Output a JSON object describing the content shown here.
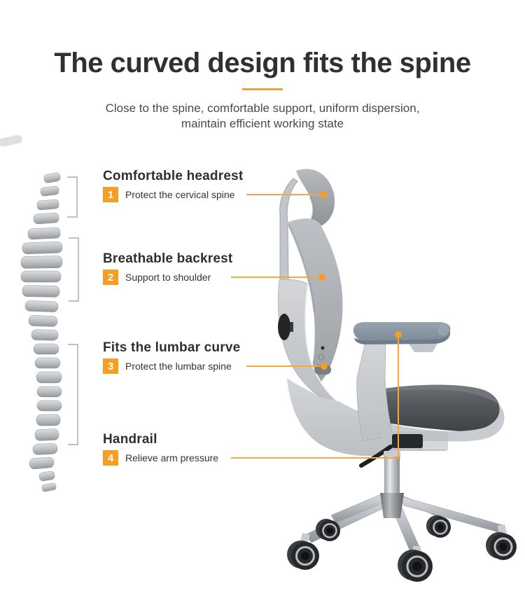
{
  "page_title": "The curved design fits the spine",
  "subtitle": {
    "line1": "Close to the spine, comfortable support, uniform dispersion,",
    "line2": "maintain efficient working state"
  },
  "features": [
    {
      "number": "1",
      "heading": "Comfortable headrest",
      "description": "Protect the cervical spine"
    },
    {
      "number": "2",
      "heading": "Breathable backrest",
      "description": "Support to shoulder"
    },
    {
      "number": "3",
      "heading": "Fits the lumbar curve",
      "description": "Protect the lumbar spine"
    },
    {
      "number": "4",
      "heading": "Handrail",
      "description": "Relieve arm pressure"
    }
  ],
  "illustrations": {
    "spine_icon": "spine-side-view-vertebrae",
    "chair_icon": "ergonomic-office-chair-side-view"
  },
  "colors": {
    "accent": "#F59E21",
    "callout_line": "#F2A744",
    "divider": "#E8A63F",
    "title_text": "#303034",
    "heading_text": "#2F2F2F",
    "body_text": "#4A4A4A",
    "desc_text": "#333333",
    "badge_text": "#FFFFFF"
  }
}
